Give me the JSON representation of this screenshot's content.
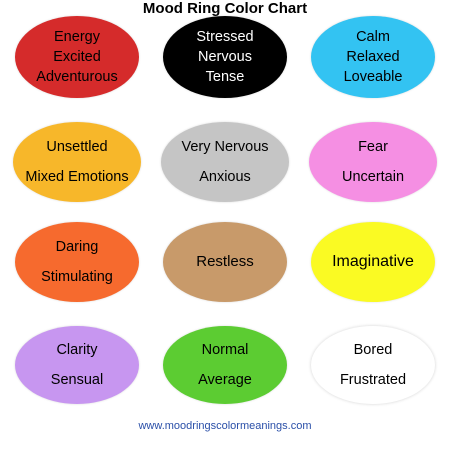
{
  "title": "Mood Ring Color Chart",
  "footer_url": "www.moodringscolormeanings.com",
  "moods": [
    {
      "color": "#d52b2b",
      "text_color": "#000000",
      "lines": [
        "Energy",
        "Excited",
        "Adventurous"
      ]
    },
    {
      "color": "#000000",
      "text_color": "#ffffff",
      "lines": [
        "Stressed",
        "Nervous",
        "Tense"
      ]
    },
    {
      "color": "#33c3f2",
      "text_color": "#000000",
      "lines": [
        "Calm",
        "Relaxed",
        "Loveable"
      ]
    },
    {
      "color": "#f7b72a",
      "text_color": "#000000",
      "lines": [
        "Unsettled",
        "Mixed Emotions"
      ]
    },
    {
      "color": "#c5c5c5",
      "text_color": "#000000",
      "lines": [
        "Very Nervous",
        "Anxious"
      ]
    },
    {
      "color": "#f58fe3",
      "text_color": "#000000",
      "lines": [
        "Fear",
        "Uncertain"
      ]
    },
    {
      "color": "#f66a2e",
      "text_color": "#000000",
      "lines": [
        "Daring",
        "Stimulating"
      ]
    },
    {
      "color": "#c89a6a",
      "text_color": "#000000",
      "lines": [
        "Restless"
      ]
    },
    {
      "color": "#fafa23",
      "text_color": "#000000",
      "lines": [
        "Imaginative"
      ]
    },
    {
      "color": "#c796f0",
      "text_color": "#000000",
      "lines": [
        "Clarity",
        "Sensual"
      ]
    },
    {
      "color": "#5ccc32",
      "text_color": "#000000",
      "lines": [
        "Normal",
        "Average"
      ]
    },
    {
      "color": "#ffffff",
      "text_color": "#000000",
      "lines": [
        "Bored",
        "Frustrated"
      ]
    }
  ]
}
